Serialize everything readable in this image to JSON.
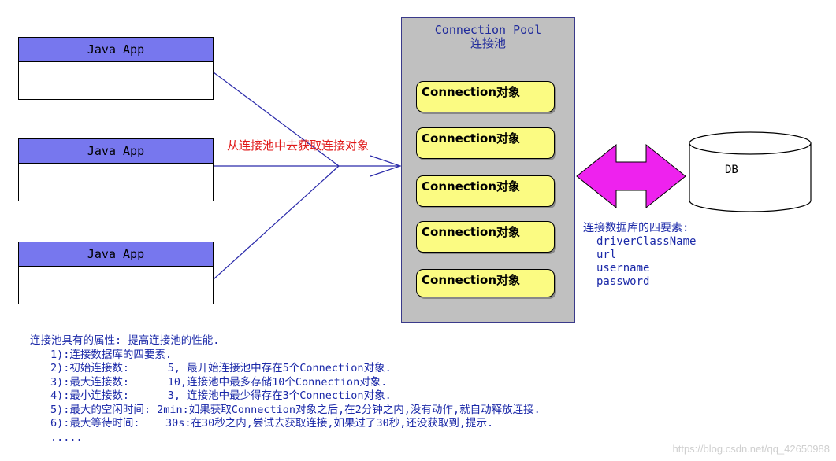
{
  "apps": [
    {
      "label": "Java  App"
    },
    {
      "label": "Java  App"
    },
    {
      "label": "Java  App"
    }
  ],
  "arrow_label": "从连接池中去获取连接对象",
  "pool": {
    "title_en": "Connection Pool",
    "title_cn": "连接池",
    "connections": [
      "Connection对象",
      "Connection对象",
      "Connection对象",
      "Connection对象",
      "Connection对象"
    ]
  },
  "db": {
    "label": "DB"
  },
  "requirements": {
    "title": "连接数据库的四要素:",
    "items": [
      "driverClassName",
      "url",
      "username",
      "password"
    ]
  },
  "properties": {
    "title": "连接池具有的属性: 提高连接池的性能.",
    "lines": [
      "1):连接数据库的四要素.",
      "2):初始连接数:      5, 最开始连接池中存在5个Connection对象.",
      "3):最大连接数:      10,连接池中最多存储10个Connection对象.",
      "4):最小连接数:      3, 连接池中最少得存在3个Connection对象.",
      "5):最大的空闲时间: 2min:如果获取Connection对象之后,在2分钟之内,没有动作,就自动释放连接.",
      "6):最大等待时间:    30s:在30秒之内,尝试去获取连接,如果过了30秒,还没获取到,提示.",
      "....."
    ]
  },
  "watermark": "https://blog.csdn.net/qq_42650988",
  "colors": {
    "app_header": "#7777ee",
    "pool_bg": "#c0c0c0",
    "connection_bg": "#fbfb82",
    "arrow_magenta": "#ee22ee",
    "text_blue": "#1a28a8",
    "text_red": "#e01818"
  }
}
